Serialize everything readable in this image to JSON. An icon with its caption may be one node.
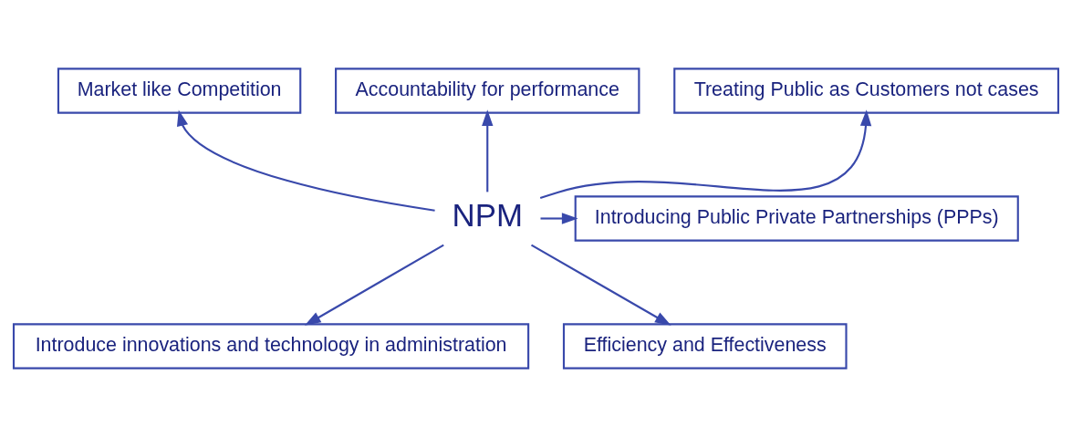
{
  "diagram": {
    "nodes": [
      {
        "text": [
          "Market like Competition"
        ]
      },
      {
        "text": [
          "Accountability for performance"
        ]
      },
      {
        "text": [
          "Treating Public as Customers not cases"
        ]
      },
      {
        "text": [
          "Introducing Public Private Partnerships (PPPs)"
        ]
      },
      {
        "text": [
          "NPM"
        ]
      },
      {
        "text": [
          "Introduce innovations and technology in administration"
        ]
      },
      {
        "text": [
          "Efficiency and Effectiveness"
        ]
      }
    ],
    "edges": [
      {
        "from": 4,
        "to": 0,
        "arrow": "to"
      },
      {
        "from": 4,
        "to": 1,
        "arrow": "to"
      },
      {
        "from": 4,
        "to": 2,
        "arrow": "to"
      },
      {
        "from": 4,
        "to": 3,
        "arrow": "to"
      },
      {
        "from": 4,
        "to": 5,
        "arrow": "to"
      },
      {
        "from": 4,
        "to": 6,
        "arrow": "to"
      }
    ]
  }
}
